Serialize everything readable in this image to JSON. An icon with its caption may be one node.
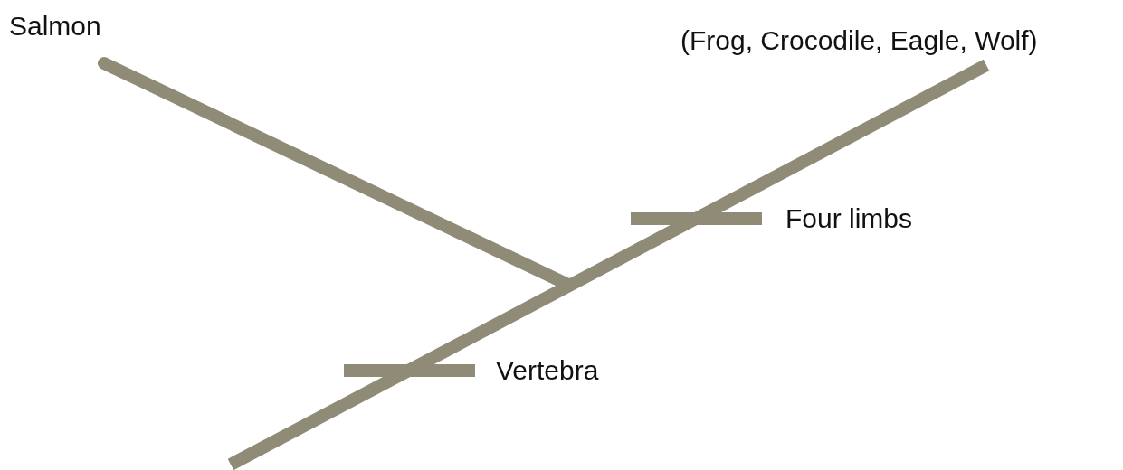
{
  "diagram": {
    "labels": [
      "Salmon",
      "(Frog, Crocodile, Eagle, Wolf)",
      "Four limbs",
      "Vertebra"
    ]
  }
}
